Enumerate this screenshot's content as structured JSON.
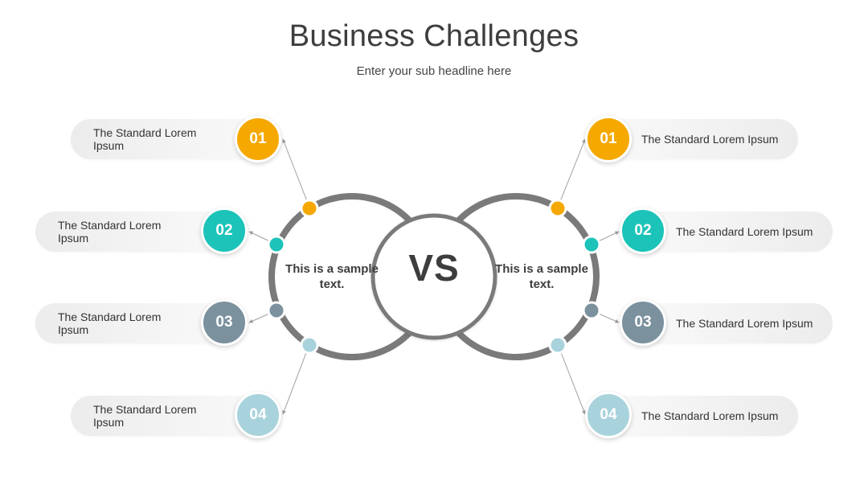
{
  "header": {
    "title": "Business Challenges",
    "subtitle": "Enter your sub headline here"
  },
  "center": {
    "vs_label": "VS",
    "left_text": "This is a sample text.",
    "right_text": "This is a sample text."
  },
  "items_left": [
    {
      "number": "01",
      "label": "The Standard Lorem Ipsum",
      "color": "#f5a800"
    },
    {
      "number": "02",
      "label": "The Standard Lorem Ipsum",
      "color": "#1cc3b8"
    },
    {
      "number": "03",
      "label": "The Standard Lorem Ipsum",
      "color": "#7b919e"
    },
    {
      "number": "04",
      "label": "The Standard Lorem Ipsum",
      "color": "#a9d3dc"
    }
  ],
  "items_right": [
    {
      "number": "01",
      "label": "The Standard Lorem Ipsum",
      "color": "#f5a800"
    },
    {
      "number": "02",
      "label": "The Standard Lorem Ipsum",
      "color": "#1cc3b8"
    },
    {
      "number": "03",
      "label": "The Standard Lorem Ipsum",
      "color": "#7b919e"
    },
    {
      "number": "04",
      "label": "The Standard Lorem Ipsum",
      "color": "#a9d3dc"
    }
  ],
  "colors": {
    "ring": "#7a7a7a",
    "connector": "#9a9a9a"
  }
}
